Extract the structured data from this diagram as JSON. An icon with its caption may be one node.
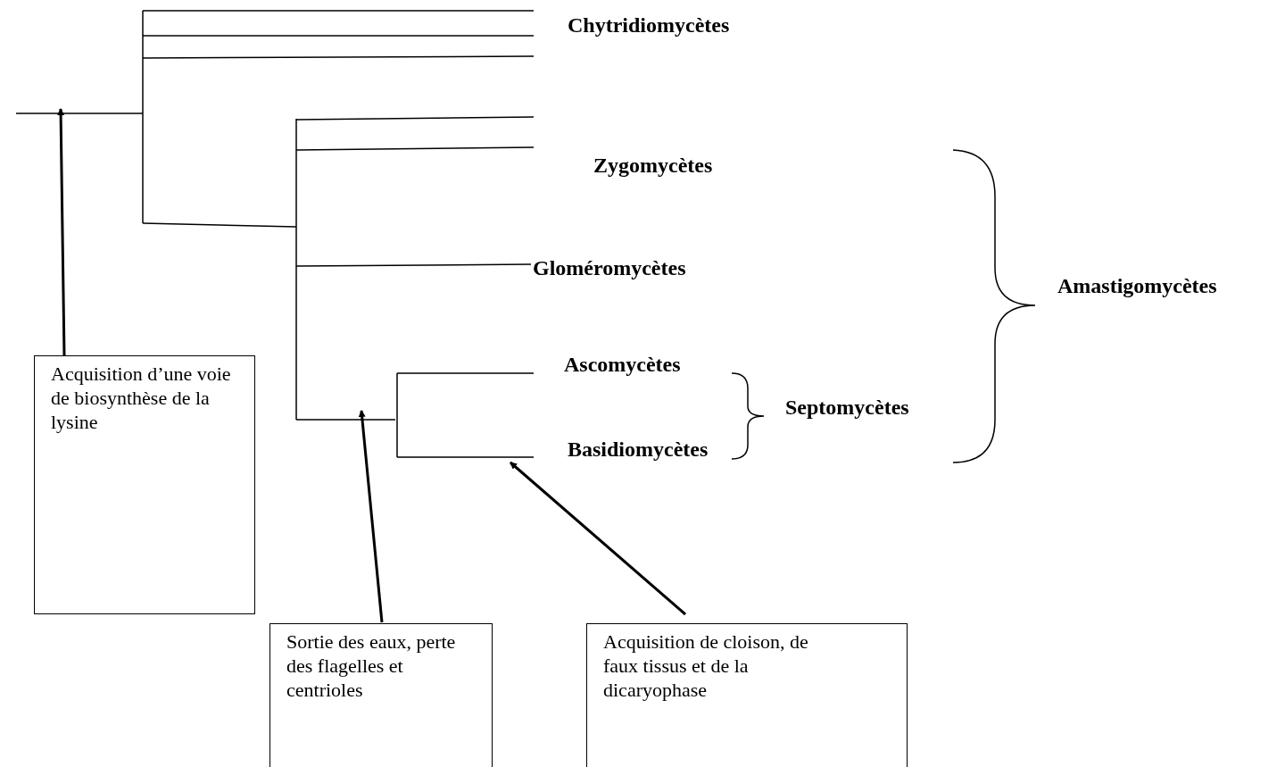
{
  "diagram": {
    "nodes": [
      {
        "text": [
          "Chytridiomycètes"
        ]
      },
      {
        "text": [
          "Zygomycètes"
        ]
      },
      {
        "text": [
          "Gloméromycètes"
        ]
      },
      {
        "text": [
          "Ascomycètes"
        ]
      },
      {
        "text": [
          "Basidiomycètes"
        ]
      },
      {
        "text": [
          "Amastigomycètes"
        ]
      },
      {
        "text": [
          "Septomycètes"
        ]
      },
      {
        "text": [
          "Acquisition d’une voie de biosynthèse de la lysine"
        ]
      },
      {
        "text": [
          "Sortie des eaux, perte des flagelles et centrioles"
        ]
      },
      {
        "text": [
          "Acquisition de cloison, de faux tissus et de la dicaryophase"
        ]
      }
    ],
    "edges": [
      {
        "from": 7,
        "to": null,
        "arrow": "to"
      },
      {
        "from": 8,
        "to": null,
        "arrow": "to"
      },
      {
        "from": 9,
        "to": null,
        "arrow": "to"
      }
    ]
  }
}
